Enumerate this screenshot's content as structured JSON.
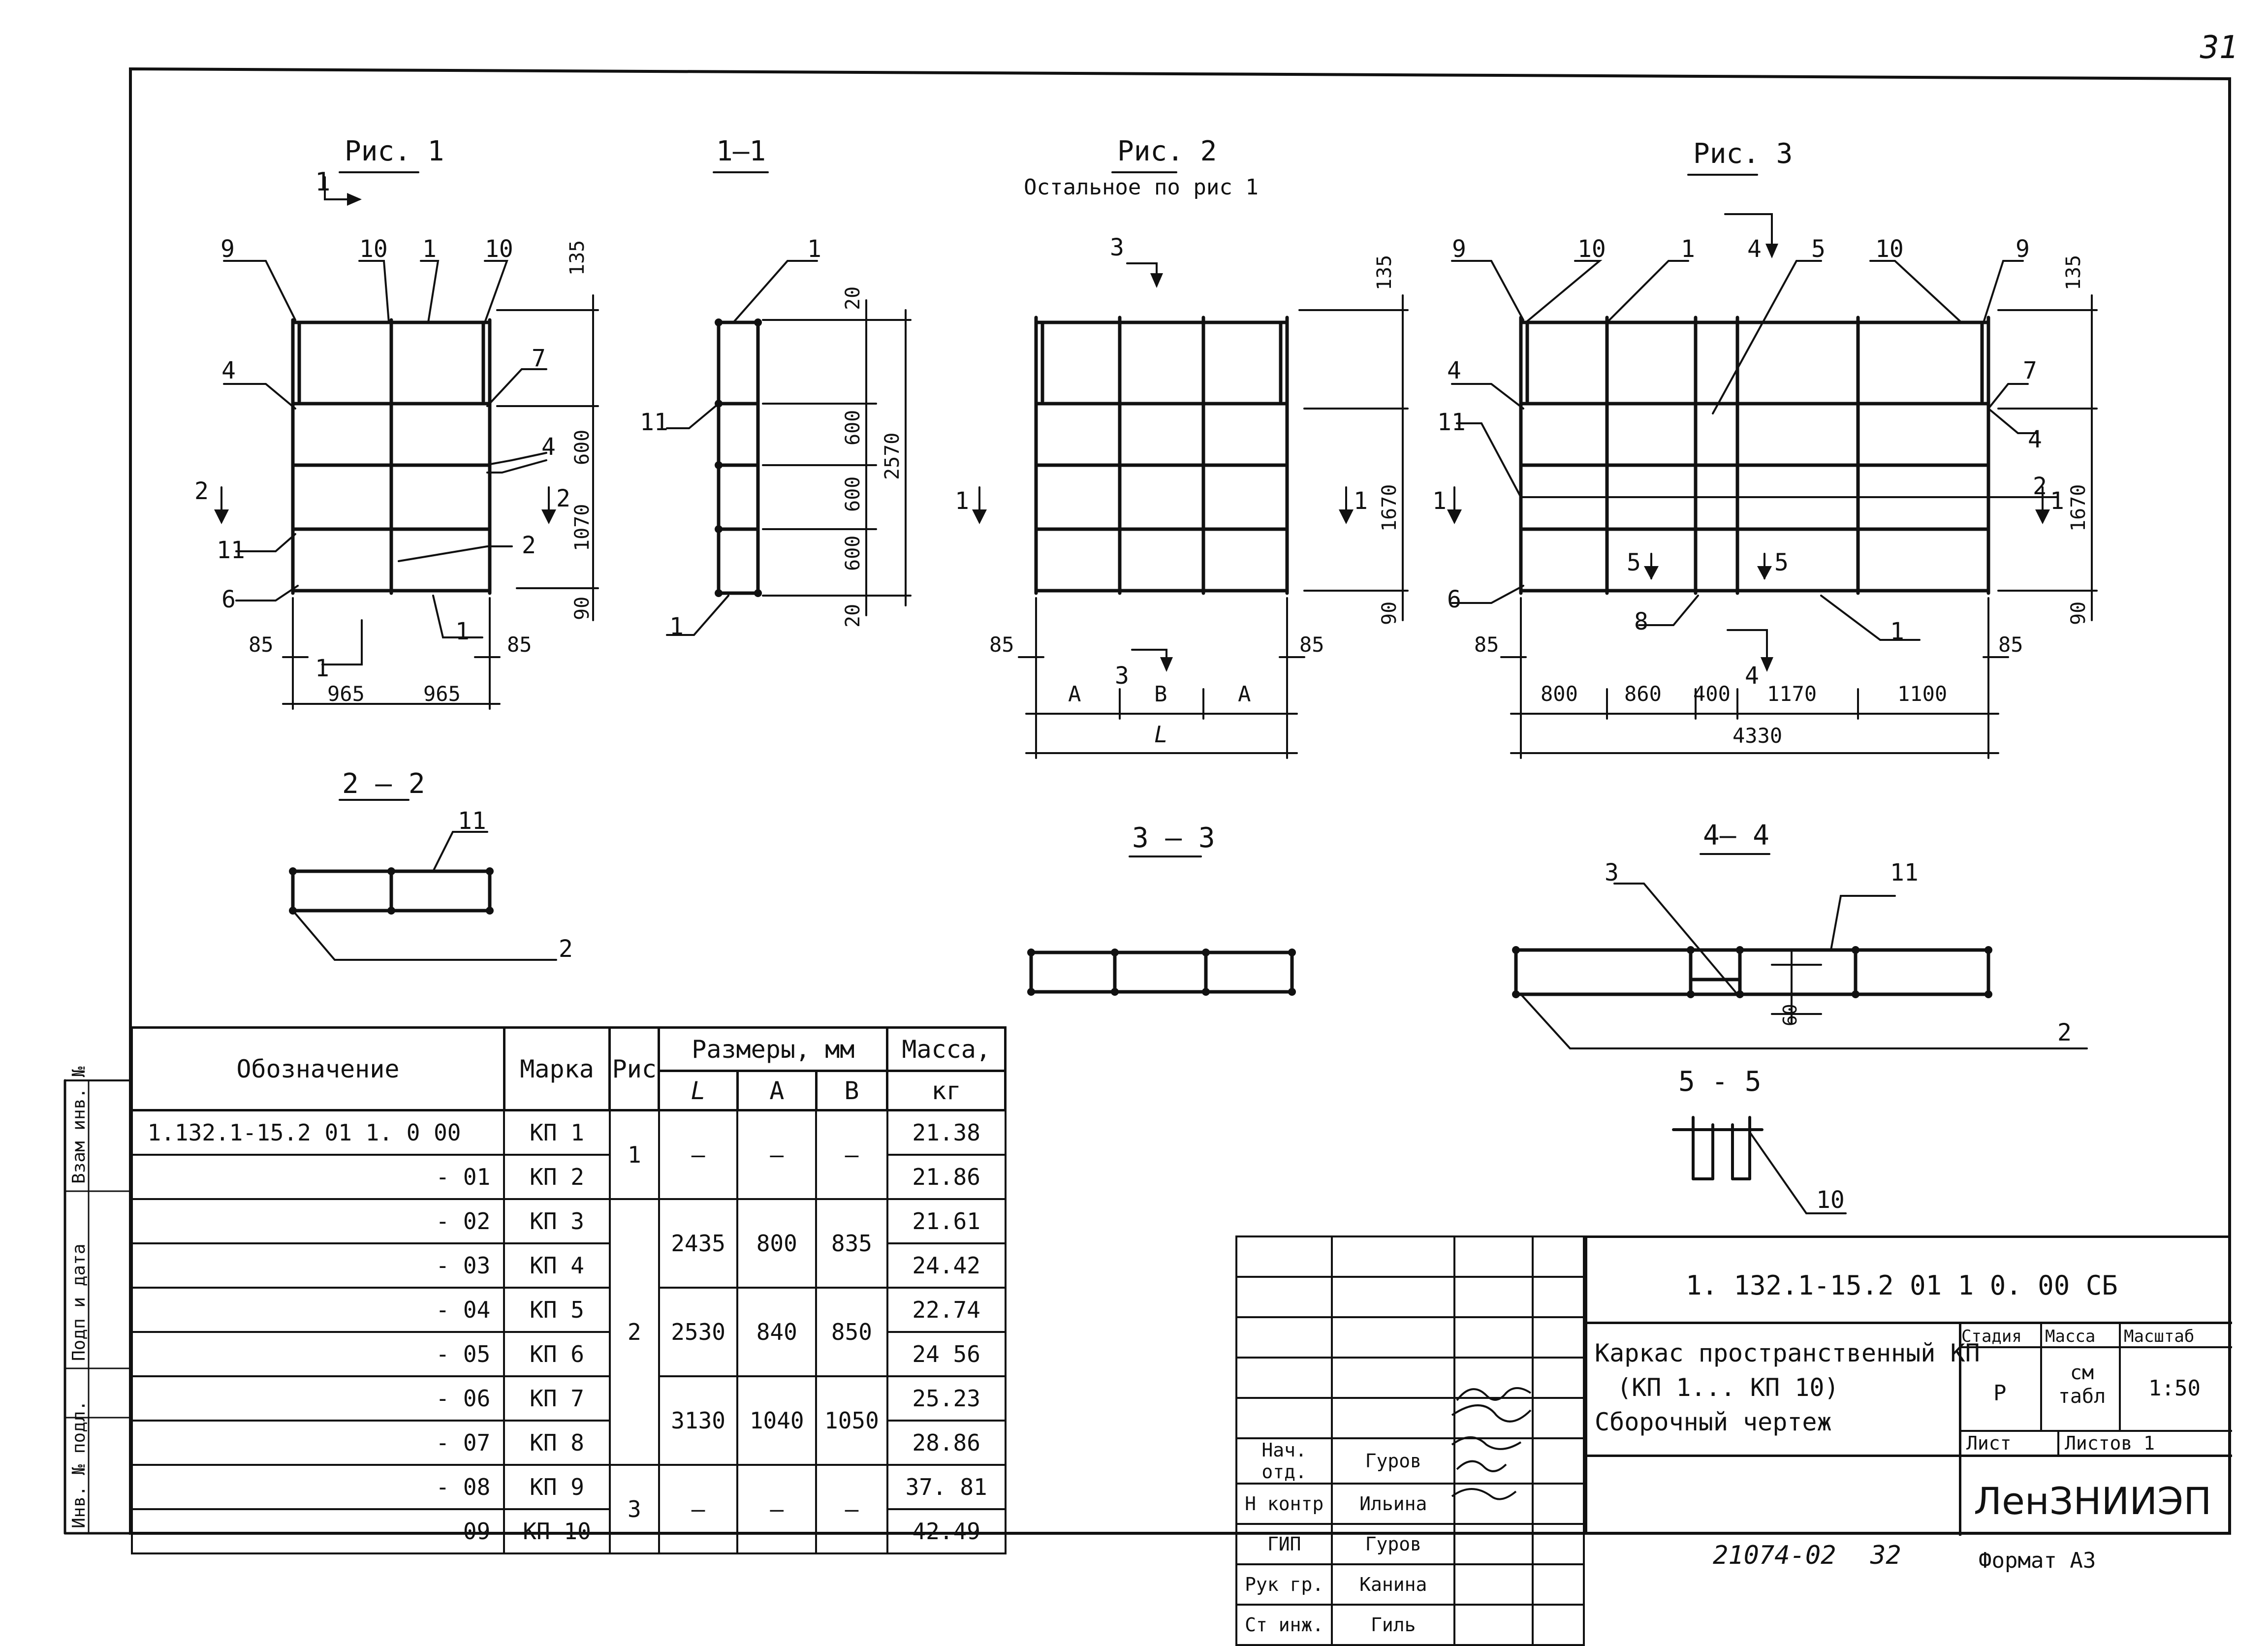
{
  "page_number": "31",
  "figures": {
    "fig1": {
      "title": "Рис. 1",
      "callouts": [
        "1",
        "2",
        "4",
        "4",
        "6",
        "7",
        "9",
        "10",
        "10",
        "11",
        "1",
        "1",
        "2",
        "2",
        "1"
      ],
      "dims_h": [
        "85",
        "85",
        "965",
        "965"
      ],
      "dims_v": [
        "135",
        "600",
        "1070",
        "90"
      ]
    },
    "section_1_1": {
      "title": "1—1",
      "callouts": [
        "1",
        "11",
        "1"
      ],
      "dims": [
        "20",
        "600",
        "600",
        "600",
        "20",
        "2570"
      ]
    },
    "fig2": {
      "title": "Рис. 2",
      "subtitle": "Остальное по рис 1",
      "callouts": [
        "3",
        "3",
        "1",
        "1"
      ],
      "dims_h": [
        "85",
        "85",
        "А",
        "В",
        "А",
        "L"
      ],
      "dims_v": [
        "135",
        "1670",
        "90"
      ]
    },
    "fig3": {
      "title": "Рис. 3",
      "callouts": [
        "9",
        "10",
        "1",
        "4",
        "5",
        "10",
        "9",
        "4",
        "7",
        "11",
        "4",
        "2",
        "1",
        "1",
        "6",
        "5",
        "5",
        "8",
        "1",
        "4"
      ],
      "dims_h": [
        "85",
        "85",
        "800",
        "860",
        "400",
        "1170",
        "1100",
        "4330"
      ],
      "dims_v": [
        "135",
        "1670",
        "90"
      ]
    },
    "section_2_2": {
      "title": "2 — 2",
      "callouts": [
        "11",
        "2"
      ]
    },
    "section_3_3": {
      "title": "3 — 3"
    },
    "section_4_4": {
      "title": "4— 4",
      "callouts": [
        "3",
        "11",
        "2"
      ],
      "dims": [
        "60"
      ]
    },
    "section_5_5": {
      "title": "5 - 5",
      "callouts": [
        "10"
      ]
    }
  },
  "spec_table": {
    "headers": {
      "designation": "Обозначение",
      "mark": "Марка",
      "fig": "Рис",
      "dims": "Размеры, мм",
      "l": "L",
      "a": "А",
      "b": "В",
      "mass": "Масса,",
      "mass_unit": "кг"
    },
    "rows": [
      {
        "des": "1.132.1-15.2  01 1. 0 00",
        "mark": "КП 1",
        "mass": "21.38"
      },
      {
        "des": "- 01",
        "mark": "КП 2",
        "mass": "21.86"
      },
      {
        "des": "- 02",
        "mark": "КП 3",
        "mass": "21.61"
      },
      {
        "des": "- 03",
        "mark": "КП 4",
        "mass": "24.42"
      },
      {
        "des": "- 04",
        "mark": "КП 5",
        "mass": "22.74"
      },
      {
        "des": "- 05",
        "mark": "КП 6",
        "mass": "24 56"
      },
      {
        "des": "- 06",
        "mark": "КП 7",
        "mass": "25.23"
      },
      {
        "des": "- 07",
        "mark": "КП 8",
        "mass": "28.86"
      },
      {
        "des": "- 08",
        "mark": "КП 9",
        "mass": "37. 81"
      },
      {
        "des": "- 09",
        "mark": "КП 10",
        "mass": "42.49"
      }
    ],
    "fig_groups": [
      "1",
      "2",
      "3"
    ],
    "dim_groups": [
      {
        "l": "—",
        "a": "—",
        "b": "—"
      },
      {
        "l": "2435",
        "a": "800",
        "b": "835"
      },
      {
        "l": "2530",
        "a": "840",
        "b": "850"
      },
      {
        "l": "3130",
        "a": "1040",
        "b": "1050"
      },
      {
        "l": "—",
        "a": "—",
        "b": "—"
      }
    ]
  },
  "side_labels": [
    "Взам инв. №",
    "Подп и дата",
    "Инв. № подл."
  ],
  "title_block": {
    "doc_code": "1. 132.1-15.2   01  1  0. 00  СБ",
    "title_lines": [
      "Каркас пространственный КП",
      "(КП 1...  КП 10)",
      "Сборочный  чертеж"
    ],
    "stage_label": "Стадия",
    "mass_label": "Масса",
    "scale_label": "Масштаб",
    "stage": "Р",
    "mass_value": "см табл",
    "scale": "1:50",
    "sheet_label": "Лист",
    "sheets_label": "Листов 1",
    "org": "ЛенЗНИИЭП",
    "people": [
      {
        "role": "Нач. отд.",
        "name": "Гуров"
      },
      {
        "role": "Н контр",
        "name": "Ильина"
      },
      {
        "role": "ГИП",
        "name": "Гуров"
      },
      {
        "role": "Рук гр.",
        "name": "Канина"
      },
      {
        "role": "Ст инж.",
        "name": "Гиль"
      }
    ]
  },
  "footer": {
    "archive": "21074-02",
    "page": "32",
    "format": "Формат А3"
  }
}
